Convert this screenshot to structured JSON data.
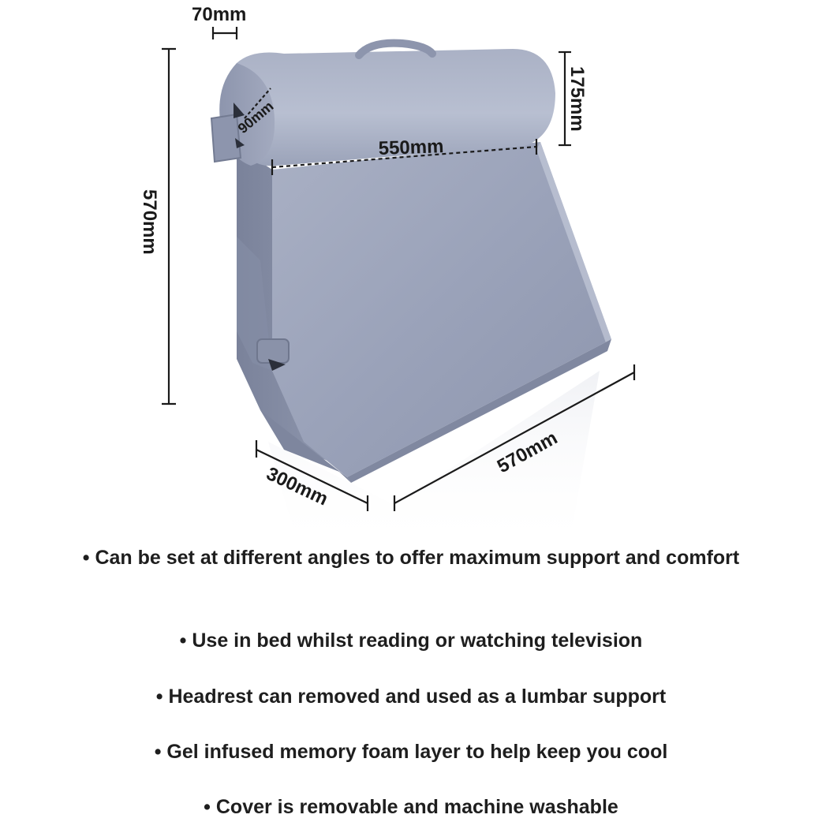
{
  "dimensions": {
    "top_depth": "70mm",
    "headrest_diameter": "90mm",
    "headrest_height": "175mm",
    "headrest_width": "550mm",
    "overall_height": "570mm",
    "base_depth": "300mm",
    "base_width": "570mm"
  },
  "features": [
    "Can be set at different angles to offer maximum support and comfort",
    "Use in bed whilst reading or watching television",
    "Headrest can removed and used as a lumbar support",
    "Gel infused memory foam layer to help keep you cool",
    "Cover is removable and machine washable"
  ],
  "colors": {
    "fabric": "#9ba3b9",
    "fabric_shadow": "#7c849c",
    "fabric_light": "#b9c0d2",
    "text": "#1e1e1e"
  }
}
